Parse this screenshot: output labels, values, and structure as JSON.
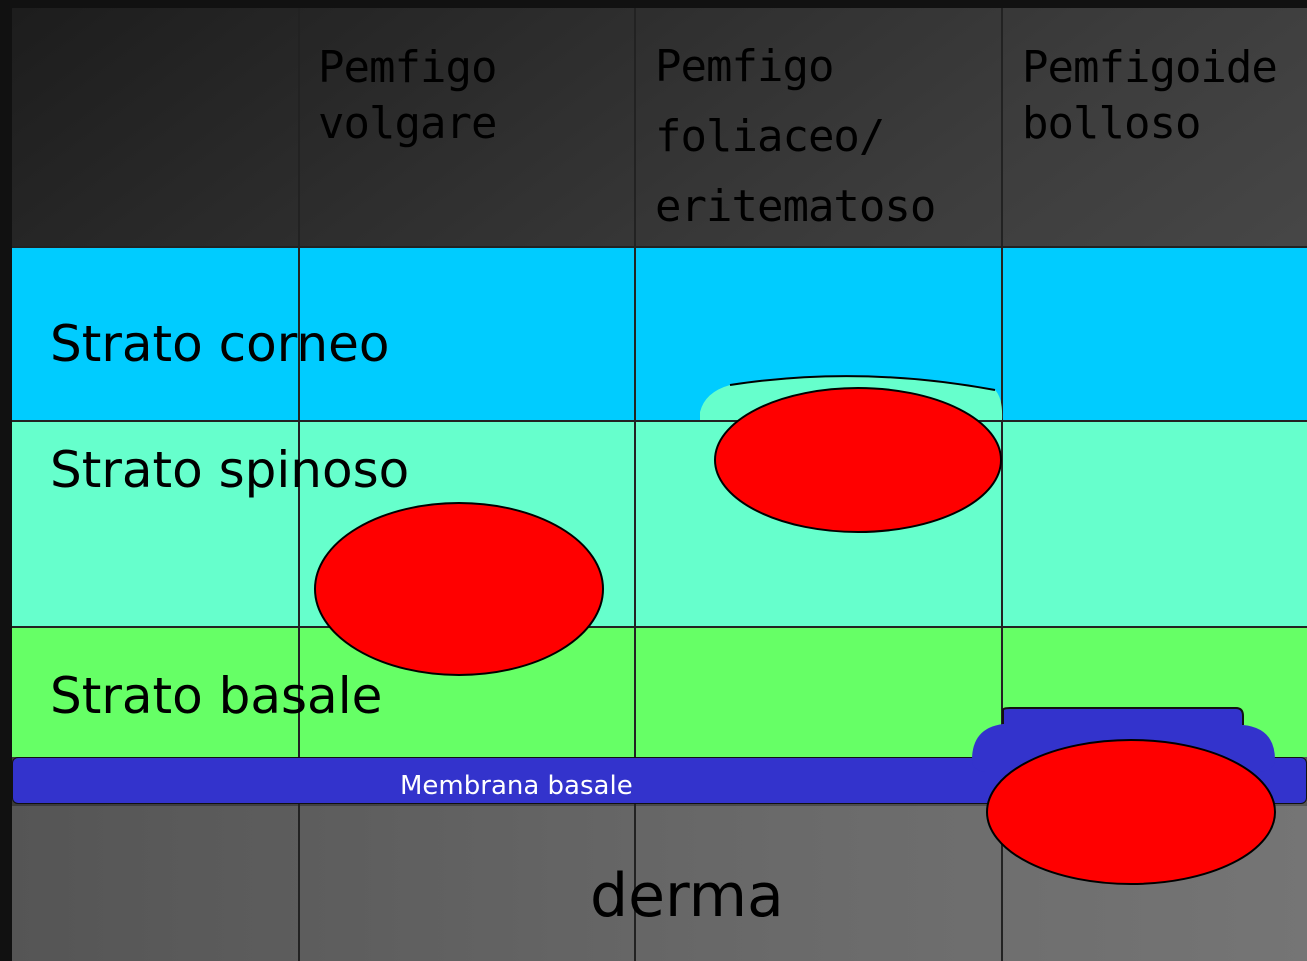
{
  "header": {
    "col1": "Pemfigo\nvolgare",
    "col2": "Pemfigo\nfoliaceo/\neritematoso",
    "col3": "Pemfigoide\nbolloso"
  },
  "layers": {
    "corneo": "Strato corneo",
    "spinoso": "Strato spinoso",
    "basale": "Strato basale",
    "membrane": "Membrana basale",
    "derma": "derma"
  },
  "colors": {
    "corneo": "#00ccff",
    "spinoso": "#66ffcc",
    "basale": "#66ff66",
    "membrane": "#3333cc",
    "blister": "#ff0000"
  }
}
